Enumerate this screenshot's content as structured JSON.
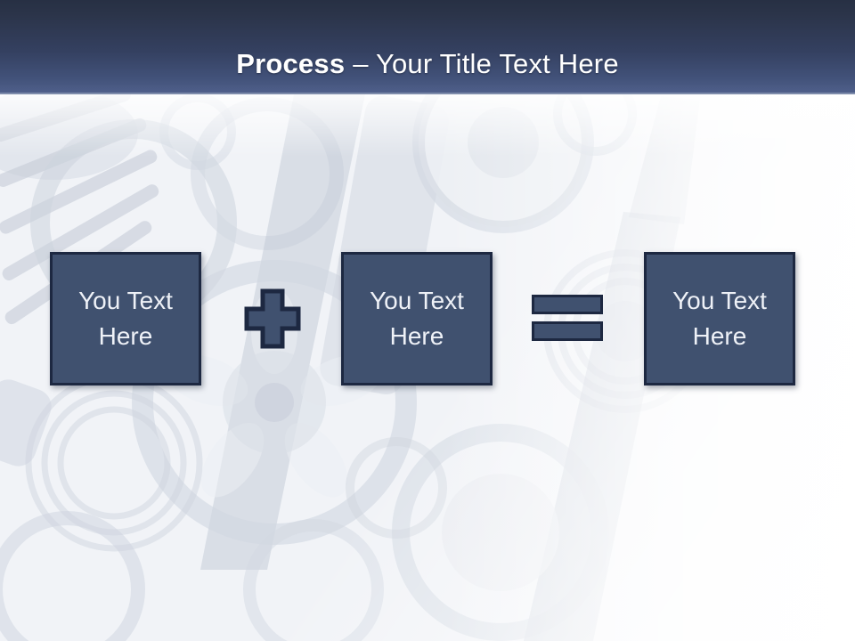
{
  "slide": {
    "title": {
      "emphasis": "Process",
      "rest": "– Your Title Text Here"
    },
    "process": {
      "boxes": [
        {
          "label": "You Text Here"
        },
        {
          "label": "You Text Here"
        },
        {
          "label": "You Text Here"
        }
      ],
      "operators": [
        "plus",
        "equals"
      ]
    }
  },
  "colors": {
    "header_top": "#273044",
    "header_mid": "#344060",
    "header_bottom": "#4f5f8a",
    "header_edge": "#7e8cab",
    "title_text": "#ffffff",
    "box_fill": "#40516f",
    "box_border": "#1d2841",
    "box_text": "#eef1f7",
    "background_tint": "#eef1f6"
  }
}
